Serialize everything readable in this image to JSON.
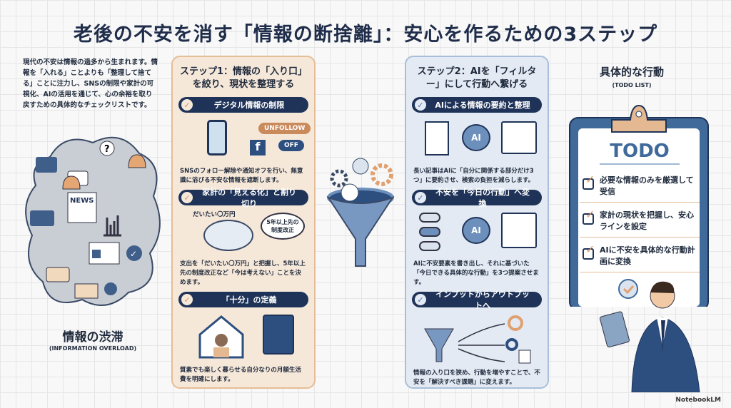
{
  "title": "老後の不安を消す「情報の断捨離」：安心を作るための3ステップ",
  "intro": "現代の不安は情報の過多から生まれます。情報を「入れる」ことよりも「整理して捨てる」ことに注力し、SNSの制限や家計の可視化、AIの活用を通じて、心の余裕を取り戻すための具体的なチェックリストです。",
  "overload": {
    "title": "情報の渋滞",
    "subtitle": "(INFORMATION OVERLOAD)",
    "news_label": "NEWS"
  },
  "step1": {
    "title": "ステップ1：情報の「入り口」を絞り、現状を整理する",
    "sections": [
      {
        "heading": "デジタル情報の制限",
        "desc": "SNSのフォロー解除や通知オフを行い、無意識に浴びる不安な情報を遮断します。",
        "tags": [
          "UNFOLLOW",
          "OFF"
        ]
      },
      {
        "heading": "家計の「見える化」と割り切り",
        "desc": "支出を「だいたい〇万円」と把握し、5年以上先の制度改正など「今は考えない」ことを決めます。",
        "tags": [
          "だいたい〇万円",
          "5年以上先の制度改正"
        ]
      },
      {
        "heading": "「十分」の定義",
        "desc": "質素でも楽しく暮らせる自分なりの月額生活費を明確にします。"
      }
    ]
  },
  "step2": {
    "title": "ステップ2：AIを「フィルター」にして行動へ繋げる",
    "sections": [
      {
        "heading": "AIによる情報の要約と整理",
        "desc": "長い記事はAIに「自分に関係する部分だけ3つ」に要約させ、検索の負担を減らします。",
        "tags": [
          "AI"
        ]
      },
      {
        "heading": "不安を「今日の行動」へ変換",
        "desc": "AIに不安要素を書き出し、それに基づいた「今日できる具体的な行動」を3つ提案させます。",
        "tags": [
          "AI"
        ]
      },
      {
        "heading": "インプットからアウトプットへ",
        "desc": "情報の入り口を狭め、行動を増やすことで、不安を「解決すべき課題」に変えます。"
      }
    ]
  },
  "todo": {
    "heading": "具体的な行動",
    "subheading": "(TODO LIST)",
    "label": "TODO",
    "items": [
      "必要な情報のみを厳選して受信",
      "家計の現状を把握し、安心ラインを設定",
      "AIに不安を具体的な行動計画に変換"
    ]
  },
  "brand": "NotebookLM",
  "colors": {
    "navy": "#1f3358",
    "orange": "#e0a070",
    "step1_bg": "#f6e8d9",
    "step2_bg": "#e3eaf3"
  }
}
